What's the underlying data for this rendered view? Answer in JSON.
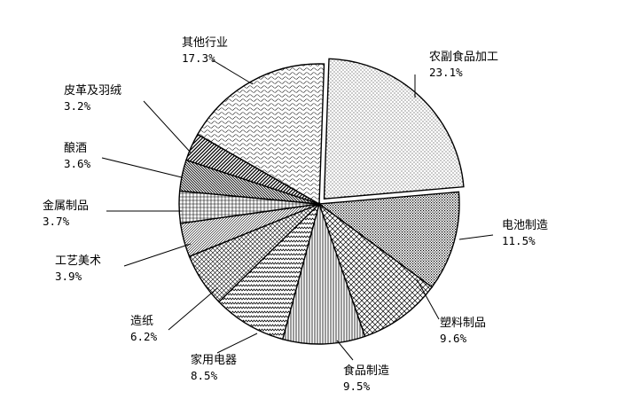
{
  "chart_data": {
    "type": "pie",
    "title": "",
    "slices": [
      {
        "label": "农副食品加工",
        "value": 23.1,
        "value_label": "23.1%",
        "pattern": "dots"
      },
      {
        "label": "电池制造",
        "value": 11.5,
        "value_label": "11.5%",
        "pattern": "dense-dots"
      },
      {
        "label": "塑料制品",
        "value": 9.6,
        "value_label": "9.6%",
        "pattern": "diamonds"
      },
      {
        "label": "食品制造",
        "value": 9.5,
        "value_label": "9.5%",
        "pattern": "vertical-lines"
      },
      {
        "label": "家用电器",
        "value": 8.5,
        "value_label": "8.5%",
        "pattern": "zigzag"
      },
      {
        "label": "造纸",
        "value": 6.2,
        "value_label": "6.2%",
        "pattern": "grid"
      },
      {
        "label": "工艺美术",
        "value": 3.9,
        "value_label": "3.9%",
        "pattern": "diag-fine"
      },
      {
        "label": "金属制品",
        "value": 3.7,
        "value_label": "3.7%",
        "pattern": "crosshatch"
      },
      {
        "label": "酿酒",
        "value": 3.6,
        "value_label": "3.6%",
        "pattern": "diag-back"
      },
      {
        "label": "皮革及羽绒",
        "value": 3.2,
        "value_label": "3.2%",
        "pattern": "diag-bold"
      },
      {
        "label": "其他行业",
        "value": 17.3,
        "value_label": "17.3%",
        "pattern": "wave"
      }
    ]
  }
}
